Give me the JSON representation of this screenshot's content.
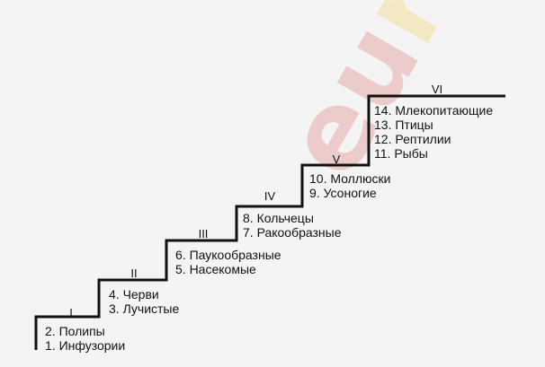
{
  "steps": [
    {
      "roman": "I",
      "items": [
        "2. Полипы",
        "1. Инфузории"
      ]
    },
    {
      "roman": "II",
      "items": [
        "4. Черви",
        "3. Лучистые"
      ]
    },
    {
      "roman": "III",
      "items": [
        "6. Паукообразные",
        "5. Насекомые"
      ]
    },
    {
      "roman": "IV",
      "items": [
        "8. Кольчецы",
        "7. Ракообразные"
      ]
    },
    {
      "roman": "V",
      "items": [
        "10. Моллюски",
        "9. Усоногие"
      ]
    },
    {
      "roman": "VI",
      "items": [
        "14. Млекопитающие",
        "13. Птицы",
        "12. Рептилии",
        "11. Рыбы"
      ]
    }
  ],
  "watermark": {
    "text": "euroki",
    "colors": [
      "#d23c3c",
      "#d23c3c",
      "#f0c020",
      "#f0a020",
      "#3cb0d8",
      "#3cb0d8"
    ]
  }
}
